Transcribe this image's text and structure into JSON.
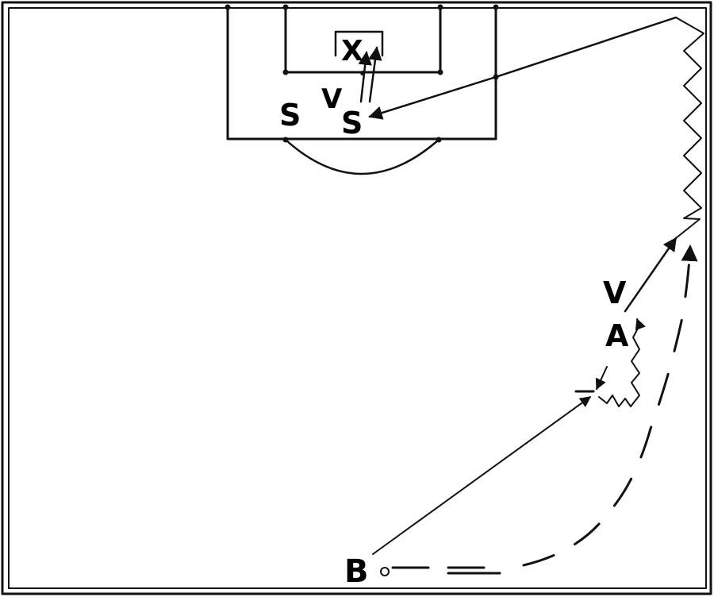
{
  "labels": {
    "x_marker": "X",
    "v_near_goal": "V",
    "s_left": "S",
    "s_center": "S",
    "v_right": "V",
    "a_player": "A",
    "b_player": "B"
  },
  "colors": {
    "line": "#111111",
    "background": "#ffffff"
  }
}
